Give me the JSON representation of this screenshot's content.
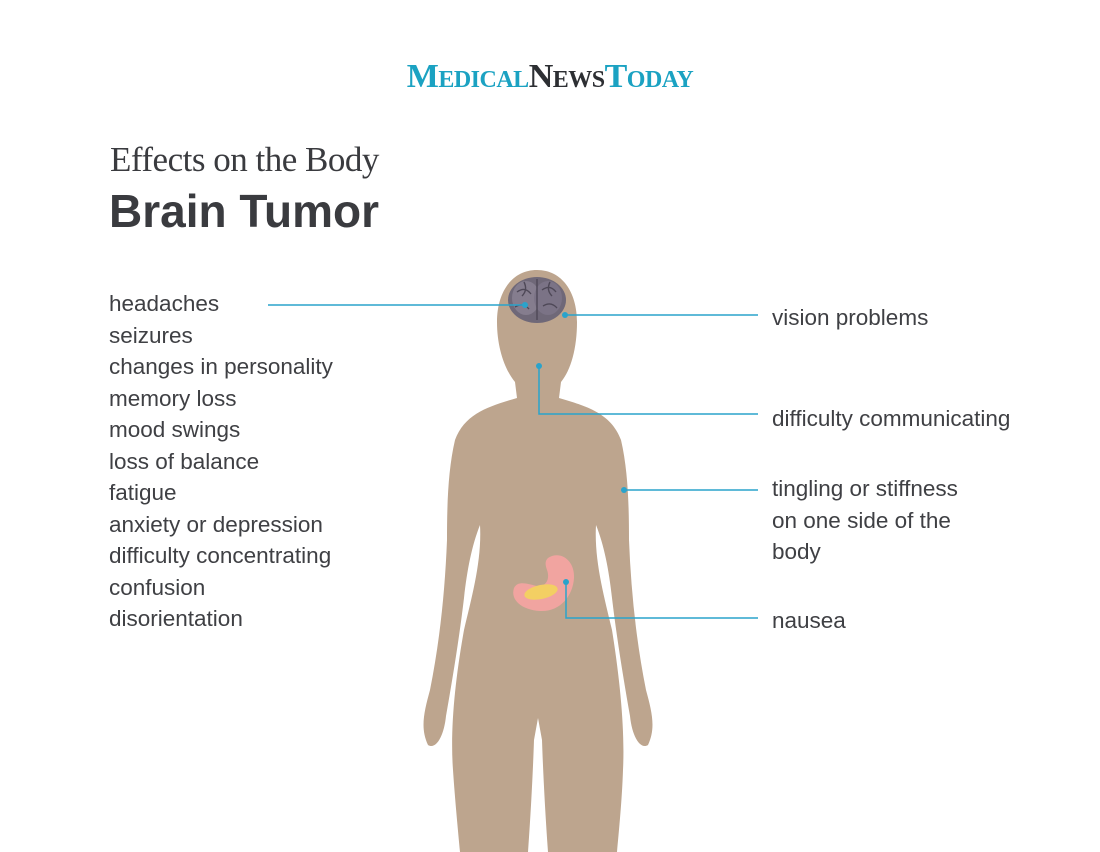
{
  "brand": {
    "part1": "Medical",
    "part2": "News",
    "part3": "Today"
  },
  "subtitle": "Effects on the Body",
  "title": "Brain Tumor",
  "left_symptoms": [
    "headaches",
    "seizures",
    "changes in personality",
    "memory loss",
    "mood swings",
    "loss of balance",
    "fatigue",
    "anxiety or depression",
    "difficulty concentrating",
    "confusion",
    "disorientation"
  ],
  "right_symptoms": {
    "vision": "vision problems",
    "communicating": "difficulty communicating",
    "tingling_line1": "tingling or stiffness",
    "tingling_line2": "on one side of the",
    "tingling_line3": "body",
    "nausea": "nausea"
  },
  "colors": {
    "brand_teal": "#1ba2c2",
    "brand_dark": "#2d2f33",
    "body": "#bda58e",
    "connector": "#2aa3cb",
    "brain": "#6f6878",
    "stomach": "#f1a4a0"
  }
}
